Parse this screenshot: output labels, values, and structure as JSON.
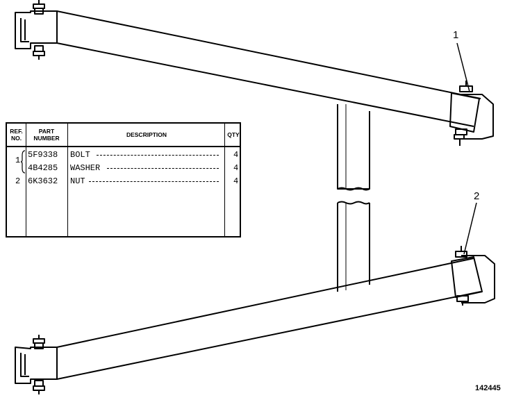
{
  "table": {
    "headers": {
      "ref_no": "REF. NO.",
      "part_number": "PART NUMBER",
      "description": "DESCRIPTION",
      "qty": "QTY"
    },
    "rows": [
      {
        "ref": "1",
        "part": "5F9338",
        "desc": "BOLT",
        "qty": "4"
      },
      {
        "ref": "",
        "part": "4B4285",
        "desc": "WASHER",
        "qty": "4"
      },
      {
        "ref": "2",
        "part": "6K3632",
        "desc": "NUT",
        "qty": "4"
      }
    ]
  },
  "callouts": [
    "1",
    "2"
  ],
  "figure_number": "142445"
}
